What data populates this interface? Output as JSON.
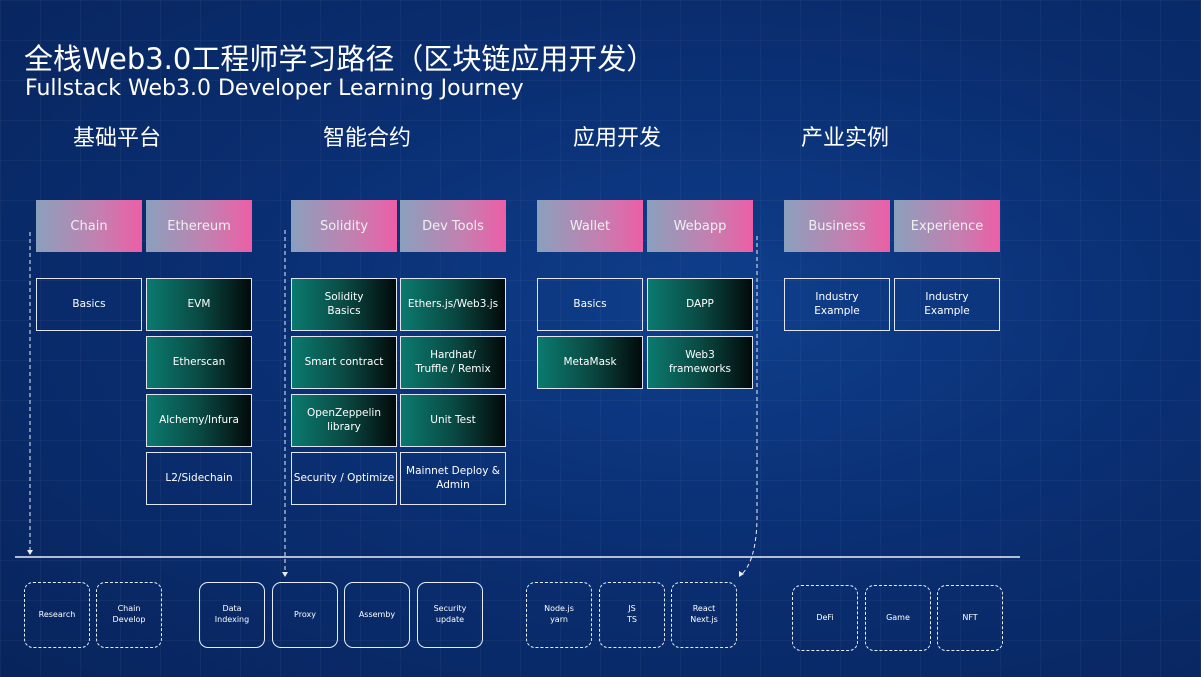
{
  "title": "全栈Web3.0工程师学习路径（区块链应用开发）",
  "subtitle": "Fullstack Web3.0 Developer Learning Journey",
  "sections": [
    {
      "title": "基础平台",
      "headers": [
        "Chain",
        "Ethereum"
      ],
      "col1": [
        {
          "label": "Basics",
          "style": "out"
        }
      ],
      "col2": [
        {
          "label": "EVM",
          "style": "fill"
        },
        {
          "label": "Etherscan",
          "style": "fill"
        },
        {
          "label": "Alchemy/Infura",
          "style": "fill"
        },
        {
          "label": "L2/Sidechain",
          "style": "out"
        }
      ]
    },
    {
      "title": "智能合约",
      "headers": [
        "Solidity",
        "Dev Tools"
      ],
      "col1": [
        {
          "label": "Solidity\nBasics",
          "style": "fill"
        },
        {
          "label": "Smart contract",
          "style": "fill"
        },
        {
          "label": "OpenZeppelin\nlibrary",
          "style": "fill"
        },
        {
          "label": "Security / Optimize",
          "style": "out"
        }
      ],
      "col2": [
        {
          "label": "Ethers.js/Web3.js",
          "style": "fill"
        },
        {
          "label": "Hardhat/\nTruffle / Remix",
          "style": "fill"
        },
        {
          "label": "Unit Test",
          "style": "fill"
        },
        {
          "label": "Mainnet Deploy & Admin",
          "style": "out"
        }
      ]
    },
    {
      "title": "应用开发",
      "headers": [
        "Wallet",
        "Webapp"
      ],
      "col1": [
        {
          "label": "Basics",
          "style": "out"
        },
        {
          "label": "MetaMask",
          "style": "fill"
        }
      ],
      "col2": [
        {
          "label": "DAPP",
          "style": "fill"
        },
        {
          "label": "Web3\nframeworks",
          "style": "fill"
        }
      ]
    },
    {
      "title": "产业实例",
      "headers": [
        "Business",
        "Experience"
      ],
      "col1": [
        {
          "label": "Industry\nExample",
          "style": "out"
        }
      ],
      "col2": [
        {
          "label": "Industry\nExample",
          "style": "out"
        }
      ]
    }
  ],
  "bottom": [
    {
      "label": "Research",
      "style": "dashed"
    },
    {
      "label": "Chain\nDevelop",
      "style": "dashed"
    },
    {
      "label": "Data\nIndexing",
      "style": "solid"
    },
    {
      "label": "Proxy",
      "style": "solid"
    },
    {
      "label": "Assemby",
      "style": "solid"
    },
    {
      "label": "Security\nupdate",
      "style": "solid"
    },
    {
      "label": "Node.js\nyarn",
      "style": "dashed"
    },
    {
      "label": "JS\nTS",
      "style": "dashed"
    },
    {
      "label": "React\nNext.js",
      "style": "dashed"
    },
    {
      "label": "DeFi",
      "style": "dashed"
    },
    {
      "label": "Game",
      "style": "dashed"
    },
    {
      "label": "NFT",
      "style": "dashed"
    }
  ]
}
